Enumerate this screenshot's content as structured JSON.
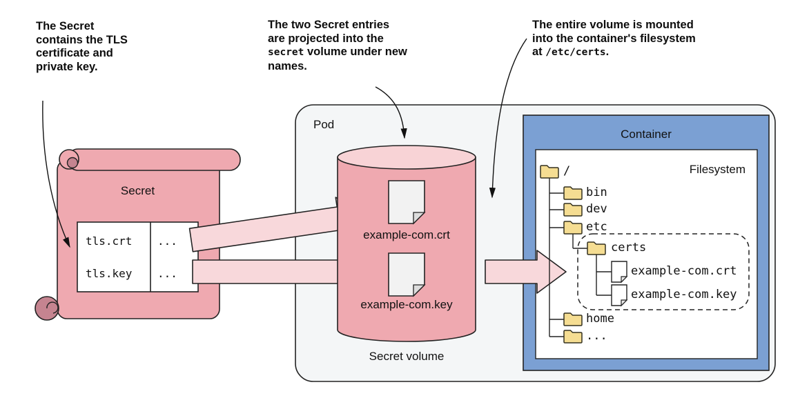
{
  "colors": {
    "pink": "#EFA9B0",
    "pink_light": "#F8D3D6",
    "pink_pale": "#F8D8DB",
    "pink_dark": "#C58490",
    "blue": "#7BA0D3",
    "folder_yellow": "#F5DD92",
    "pod_bg": "#F4F6F7",
    "paper_gray": "#F2F2F2",
    "outline": "#222222"
  },
  "callouts": {
    "secret": {
      "line1": "The Secret",
      "line2": "contains the TLS",
      "line3": "certificate and",
      "line4": "private key."
    },
    "projection": {
      "line1": "The two Secret entries",
      "line2": "are projected into the",
      "line3_mono": "secret",
      "line3_rest": " volume under new",
      "line4": "names."
    },
    "mount": {
      "line1": "The entire volume is mounted",
      "line2": "into the container's filesystem",
      "line3_pre": "at ",
      "line3_mono": "/etc/certs",
      "line3_post": "."
    }
  },
  "secret": {
    "title": "Secret",
    "entries": [
      {
        "key": "tls.crt",
        "value": "..."
      },
      {
        "key": "tls.key",
        "value": "..."
      }
    ]
  },
  "pod": {
    "label": "Pod",
    "volume": {
      "caption": "Secret volume",
      "files": [
        {
          "name": "example-com.crt"
        },
        {
          "name": "example-com.key"
        }
      ]
    },
    "container": {
      "label": "Container",
      "filesystem_label": "Filesystem",
      "tree": [
        {
          "name": "/",
          "type": "folder"
        },
        {
          "name": "bin",
          "type": "folder"
        },
        {
          "name": "dev",
          "type": "folder"
        },
        {
          "name": "etc",
          "type": "folder"
        },
        {
          "name": "certs",
          "type": "folder"
        },
        {
          "name": "example-com.crt",
          "type": "file"
        },
        {
          "name": "example-com.key",
          "type": "file"
        },
        {
          "name": "home",
          "type": "folder"
        },
        {
          "name": "...",
          "type": "folder"
        }
      ]
    }
  }
}
